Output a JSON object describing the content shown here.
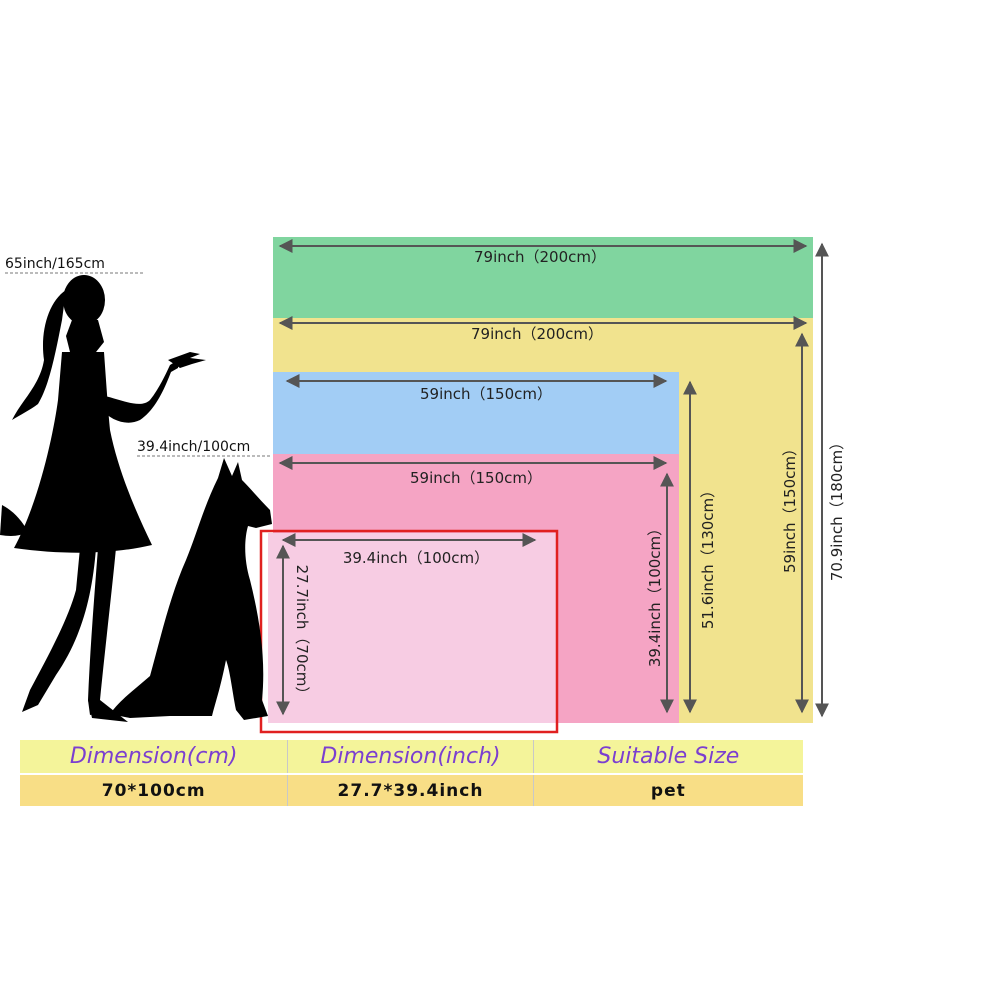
{
  "reference": {
    "woman_height": "65inch/165cm",
    "dog_height": "39.4inch/100cm"
  },
  "sizes": [
    {
      "width_label": "79inch（200cm）",
      "height_label": "70.9inch（180cm）",
      "color": "#80d59f"
    },
    {
      "width_label": "79inch（200cm）",
      "height_label": "59inch（150cm）",
      "color": "#f1e38e"
    },
    {
      "width_label": "59inch（150cm）",
      "height_label": "51.6inch（130cm）",
      "color": "#a2cdf5"
    },
    {
      "width_label": "59inch（150cm）",
      "height_label": "39.4inch（100cm）",
      "color": "#f5a4c4"
    },
    {
      "width_label": "39.4inch（100cm）",
      "height_label": "27.7inch（70cm）",
      "color": "#f7cce3"
    }
  ],
  "highlight_color": "#e02020",
  "table": {
    "headers": [
      "Dimension(cm)",
      "Dimension(inch)",
      "Suitable Size"
    ],
    "row": [
      "70*100cm",
      "27.7*39.4inch",
      "pet"
    ],
    "header_color": "#7b3fd0"
  }
}
